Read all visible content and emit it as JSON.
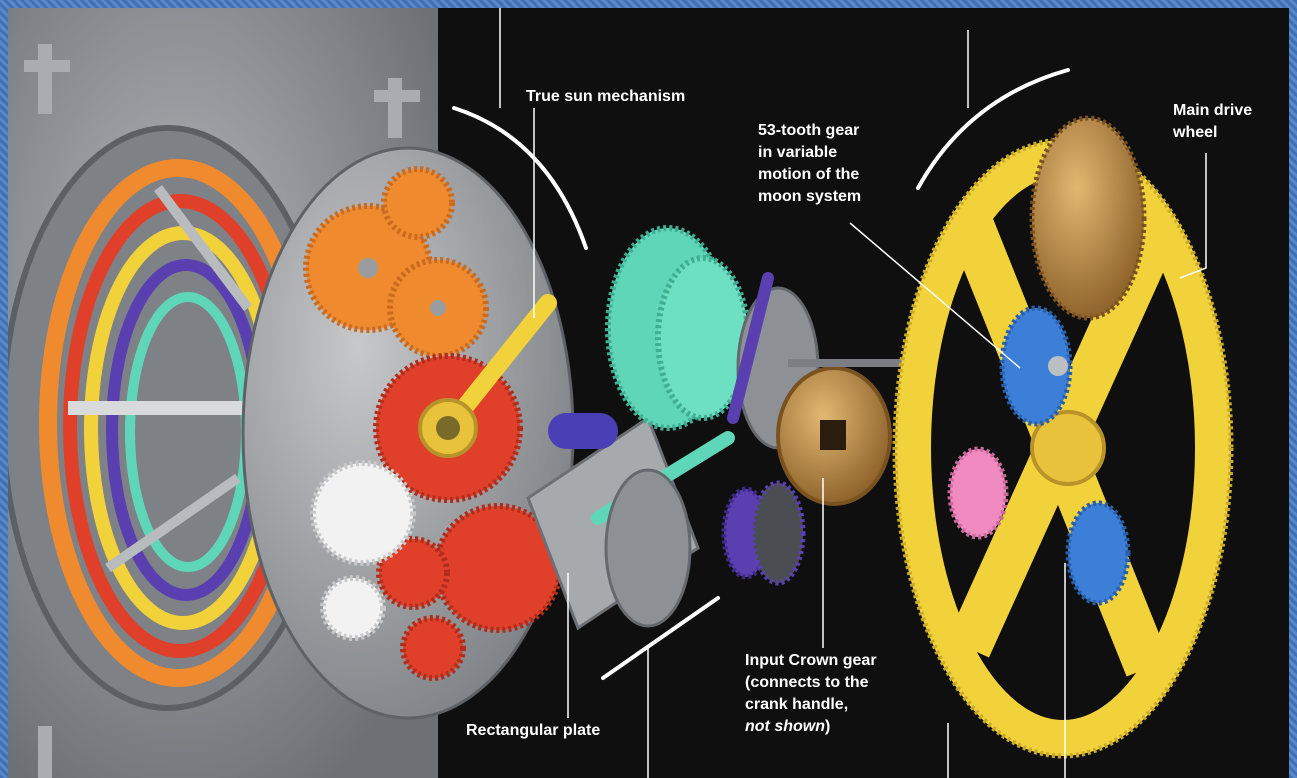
{
  "labels": {
    "true_sun_mechanism": "True sun mechanism",
    "gear_53_tooth": [
      "53-tooth gear",
      "in variable",
      "motion of the",
      "moon system"
    ],
    "main_drive_wheel": [
      "Main drive",
      "wheel"
    ],
    "rectangular_plate": "Rectangular plate",
    "input_crown_gear": [
      "Input Crown gear",
      "(connects to the",
      "crank handle,"
    ],
    "input_crown_gear_note": "not shown",
    "input_crown_gear_close": ")"
  },
  "colors": {
    "frame_border": "#4a78b8",
    "background": "#0f0f10",
    "vault": "#8f9296",
    "orange": "#f08a2e",
    "red": "#e0402a",
    "yellow": "#f2d23a",
    "teal": "#5fd6b8",
    "blue": "#3b7fd8",
    "purple": "#5a3fb0",
    "bronze": "#c08a3c",
    "white": "#f2f2f2",
    "pink": "#f08ac0",
    "label_text": "#ffffff"
  }
}
